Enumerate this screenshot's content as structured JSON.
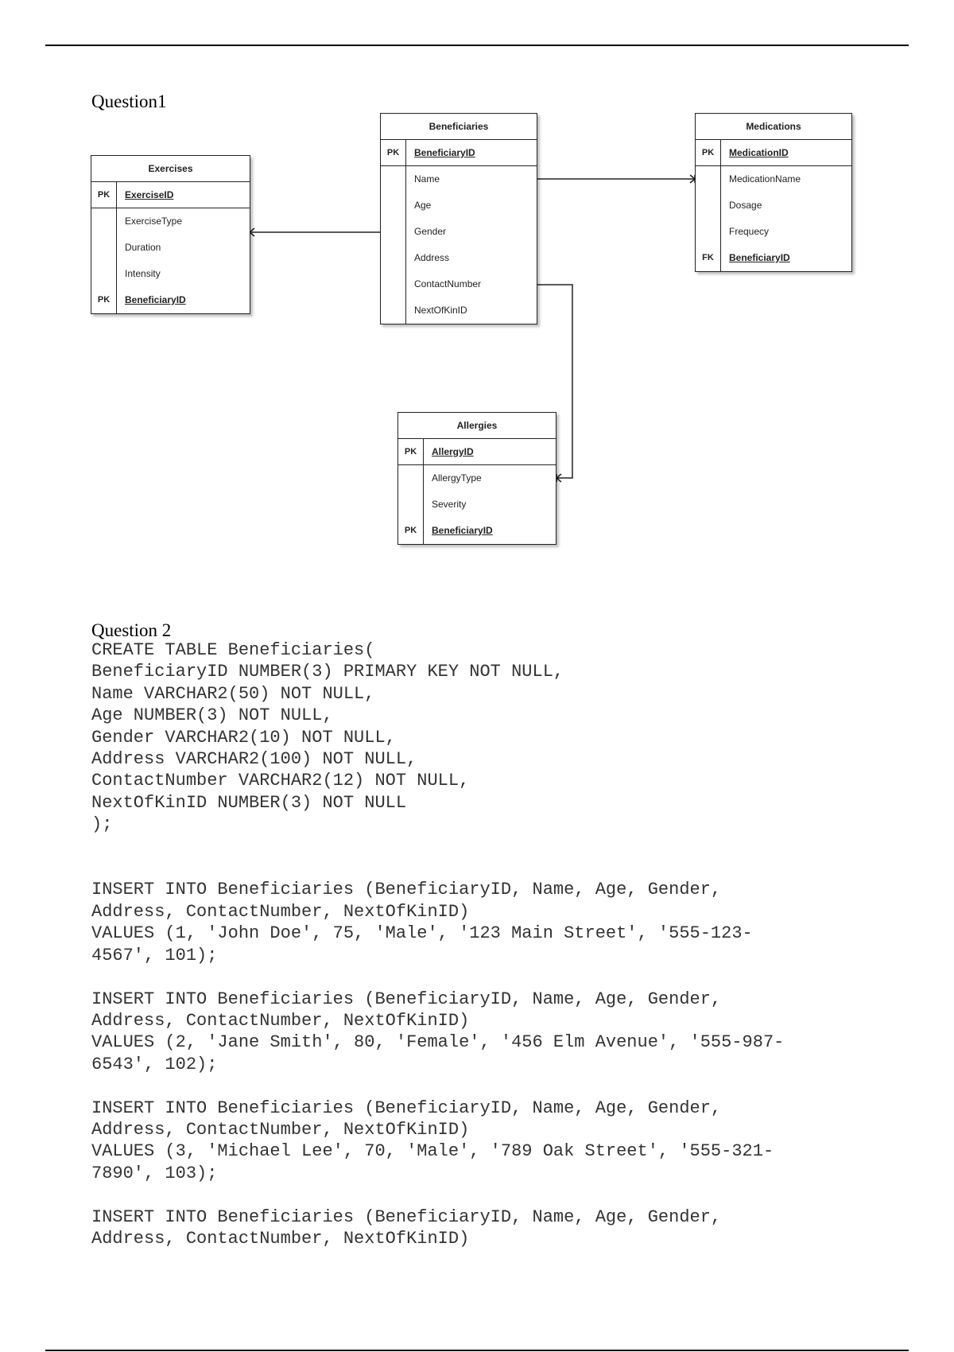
{
  "question1": {
    "heading": "Question1"
  },
  "question2": {
    "heading": "Question 2"
  },
  "entities": {
    "exercises": {
      "title": "Exercises",
      "pk_label": "PK",
      "pk_field": "ExerciseID",
      "fields": [
        "ExerciseType",
        "Duration",
        "Intensity"
      ],
      "fk_label": "PK",
      "fk_field": "BeneficiaryID"
    },
    "beneficiaries": {
      "title": "Beneficiaries",
      "pk_label": "PK",
      "pk_field": "BeneficiaryID",
      "fields": [
        "Name",
        "Age",
        "Gender",
        "Address",
        "ContactNumber",
        "NextOfKinID"
      ]
    },
    "medications": {
      "title": "Medications",
      "pk_label": "PK",
      "pk_field": "MedicationID",
      "fields": [
        "MedicationName",
        "Dosage",
        "Frequecy"
      ],
      "fk_label": "FK",
      "fk_field": "BeneficiaryID"
    },
    "allergies": {
      "title": "Allergies",
      "pk_label": "PK",
      "pk_field": "AllergyID",
      "fields": [
        "AllergyType",
        "Severity"
      ],
      "fk_label": "PK",
      "fk_field": "BeneficiaryID"
    }
  },
  "code": {
    "lines": [
      "CREATE TABLE Beneficiaries(",
      "BeneficiaryID NUMBER(3) PRIMARY KEY NOT NULL,",
      "Name VARCHAR2(50) NOT NULL,",
      "Age NUMBER(3) NOT NULL,",
      "Gender VARCHAR2(10) NOT NULL,",
      "Address VARCHAR2(100) NOT NULL,",
      "ContactNumber VARCHAR2(12) NOT NULL,",
      "NextOfKinID NUMBER(3) NOT NULL",
      ");",
      "",
      "",
      "INSERT INTO Beneficiaries (BeneficiaryID, Name, Age, Gender,",
      "Address, ContactNumber, NextOfKinID)",
      "VALUES (1, 'John Doe', 75, 'Male', '123 Main Street', '555-123-",
      "4567', 101);",
      "",
      "INSERT INTO Beneficiaries (BeneficiaryID, Name, Age, Gender,",
      "Address, ContactNumber, NextOfKinID)",
      "VALUES (2, 'Jane Smith', 80, 'Female', '456 Elm Avenue', '555-987-",
      "6543', 102);",
      "",
      "INSERT INTO Beneficiaries (BeneficiaryID, Name, Age, Gender,",
      "Address, ContactNumber, NextOfKinID)",
      "VALUES (3, 'Michael Lee', 70, 'Male', '789 Oak Street', '555-321-",
      "7890', 103);",
      "",
      "INSERT INTO Beneficiaries (BeneficiaryID, Name, Age, Gender,",
      "Address, ContactNumber, NextOfKinID)"
    ]
  }
}
